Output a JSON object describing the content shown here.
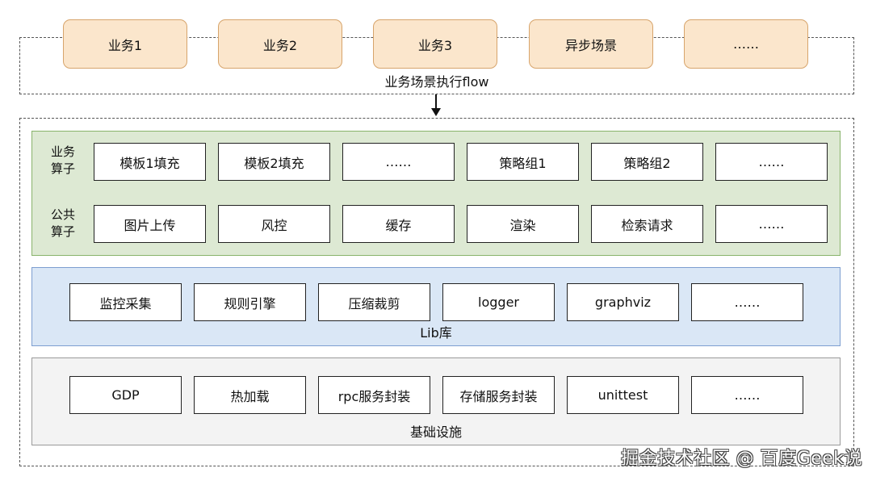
{
  "flow": {
    "items": [
      "业务1",
      "业务2",
      "业务3",
      "异步场景",
      "……"
    ],
    "label": "业务场景执行flow"
  },
  "operators": {
    "biz_label": "业务\n算子",
    "biz_items": [
      "模板1填充",
      "模板2填充",
      "……",
      "策略组1",
      "策略组2",
      "……"
    ],
    "common_label": "公共\n算子",
    "common_items": [
      "图片上传",
      "风控",
      "缓存",
      "渲染",
      "检索请求",
      "……"
    ]
  },
  "lib": {
    "items": [
      "监控采集",
      "规则引擎",
      "压缩裁剪",
      "logger",
      "graphviz",
      "……"
    ],
    "title": "Lib库"
  },
  "infra": {
    "items": [
      "GDP",
      "热加载",
      "rpc服务封装",
      "存储服务封装",
      "unittest",
      "……"
    ],
    "title": "基础设施"
  },
  "watermark": "掘金技术社区 @ 百度Geek说",
  "colors": {
    "flow_box": "#fbe6cc",
    "operators_panel": "#dde9d3",
    "lib_panel": "#dae7f6",
    "infra_panel": "#f3f3f3"
  }
}
